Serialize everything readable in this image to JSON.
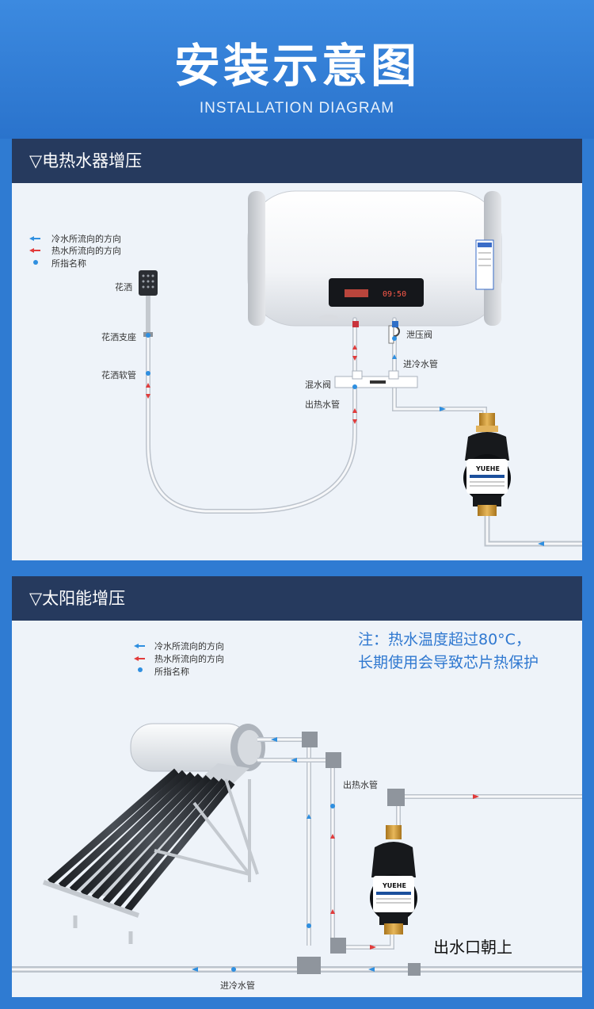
{
  "header": {
    "title": "安装示意图",
    "subtitle": "INSTALLATION DIAGRAM"
  },
  "section1": {
    "title": "▽电热水器增压",
    "legend": [
      "冷水所流向的方向",
      "热水所流向的方向",
      "所指名称"
    ],
    "labels": {
      "shower_head": "花洒",
      "shower_holder": "花洒支座",
      "shower_hose": "花洒软管",
      "relief_valve": "泄压阀",
      "cold_inlet": "进冷水管",
      "mixing_valve": "混水阀",
      "hot_outlet": "出热水管"
    },
    "heater_display": "09:50",
    "pump_brand": "YUEHE"
  },
  "section2": {
    "title": "▽太阳能增压",
    "legend": [
      "冷水所流向的方向",
      "热水所流向的方向",
      "所指名称"
    ],
    "note": [
      "注：热水温度超过80°C，",
      "长期使用会导致芯片热保护"
    ],
    "labels": {
      "hot_outlet": "出热水管",
      "cold_inlet": "进冷水管",
      "outlet_up": "出水口朝上"
    },
    "pump_brand": "YUEHE"
  },
  "colors": {
    "cold": "#2f8fe0",
    "hot": "#e23b3b",
    "accent": "#2f78d0",
    "panel_head": "#263a5e"
  }
}
